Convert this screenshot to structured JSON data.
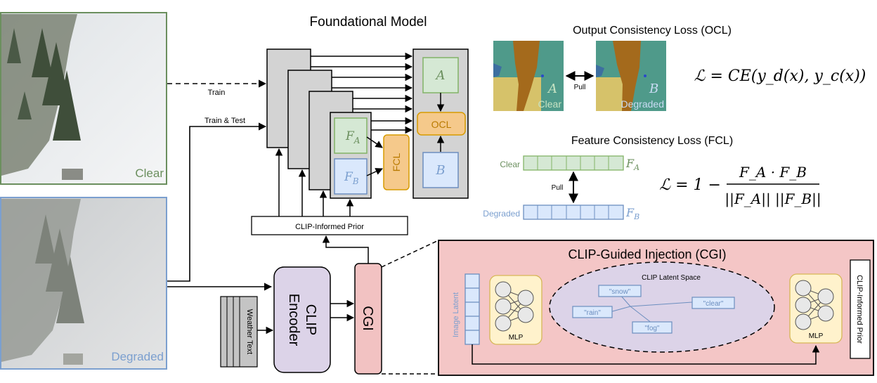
{
  "photos": {
    "clear_label": "Clear",
    "degraded_label": "Degraded"
  },
  "foundational": {
    "title": "Foundational Model",
    "train_label": "Train",
    "train_test_label": "Train & Test",
    "block_a": "A",
    "block_b": "B",
    "block_fa": "F",
    "block_fa_sub": "A",
    "block_fb": "F",
    "block_fb_sub": "B",
    "fcl": "FCL",
    "ocl": "OCL",
    "prior": "CLIP-Informed Prior"
  },
  "bottom": {
    "clip_encoder_line1": "CLIP",
    "clip_encoder_line2": "Encoder",
    "weather_text": "Weather Text",
    "cgi": "CGI"
  },
  "ocl_panel": {
    "title": "Output Consistency Loss (OCL)",
    "clear_letter": "A",
    "clear_label": "Clear",
    "degraded_letter": "B",
    "degraded_label": "Degraded",
    "pull": "Pull",
    "formula": "ℒ = CE(y_d(x), y_c(x))"
  },
  "fcl_panel": {
    "title": "Feature Consistency Loss (FCL)",
    "clear_label": "Clear",
    "degraded_label": "Degraded",
    "fa": "F",
    "fa_sub": "A",
    "fb": "F",
    "fb_sub": "B",
    "pull": "Pull",
    "formula_lhs": "ℒ = 1 −",
    "formula_num": "F_A · F_B",
    "formula_den": "||F_A|| ||F_B||"
  },
  "cgi_panel": {
    "title": "CLIP-Guided Injection (CGI)",
    "image_latent": "Image Latent",
    "mlp_left": "MLP",
    "mlp_right": "MLP",
    "latent_space": "CLIP Latent Space",
    "snow": "\"snow\"",
    "rain": "\"rain\"",
    "fog": "\"fog\"",
    "clear": "\"clear\"",
    "prior_vertical": "CLIP-Informed Prior"
  },
  "colors": {
    "clear_green": "#6b8f5e",
    "degraded_blue": "#7b9fcf",
    "gray_block": "#d3d3d3",
    "orange": "#f5c98b",
    "pink": "#f2c2c2",
    "lavender": "#dcd3e8",
    "yellow_mlp": "#fff2cc"
  }
}
